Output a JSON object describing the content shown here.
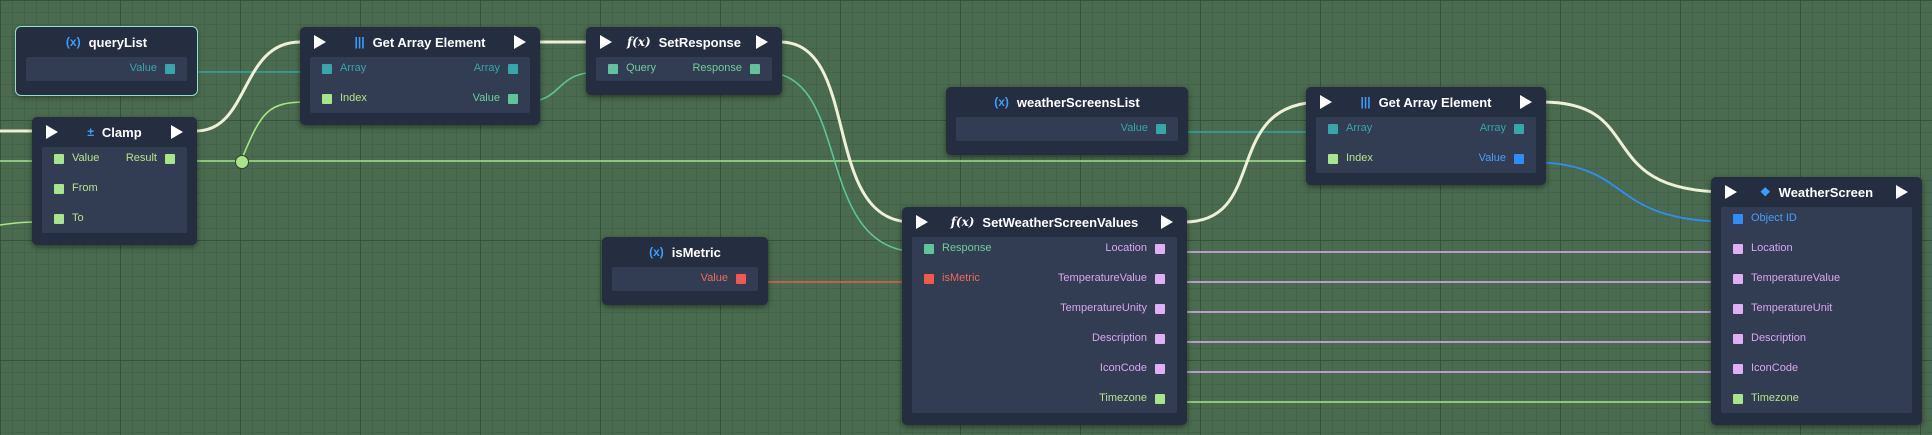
{
  "colors": {
    "background": "#4a6b4f",
    "node_bg": "#252d40",
    "node_body": "#323c52",
    "flow_wire": "#eef0d8",
    "teal": "#35a7a9",
    "green": "#a8e58a",
    "blue": "#2f8cff",
    "pink": "#dfaef4",
    "red": "#ef5a4c"
  },
  "nodes": {
    "querylist": {
      "icon": "variable-icon",
      "glyph": "(x)",
      "title": "queryList",
      "out_value": "Value"
    },
    "clamp": {
      "icon": "clamp-icon",
      "glyph": "±",
      "title": "Clamp",
      "in_value": "Value",
      "in_from": "From",
      "in_to": "To",
      "out_result": "Result"
    },
    "get_array_1": {
      "icon": "array-icon",
      "glyph": "|||",
      "title": "Get Array Element",
      "in_array": "Array",
      "in_index": "Index",
      "out_array": "Array",
      "out_value": "Value"
    },
    "setresponse": {
      "icon": "function-icon",
      "glyph": "f(x)",
      "title": "SetResponse",
      "in_query": "Query",
      "out_response": "Response"
    },
    "weatherscreenslist": {
      "icon": "variable-icon",
      "glyph": "(x)",
      "title": "weatherScreensList",
      "out_value": "Value"
    },
    "ismetric": {
      "icon": "variable-icon",
      "glyph": "(x)",
      "title": "isMetric",
      "out_value": "Value"
    },
    "setweather": {
      "icon": "function-icon",
      "glyph": "f(x)",
      "title": "SetWeatherScreenValues",
      "in_response": "Response",
      "in_ismetric": "isMetric",
      "out_location": "Location",
      "out_tempvalue": "TemperatureValue",
      "out_tempunity": "TemperatureUnity",
      "out_description": "Description",
      "out_iconcode": "IconCode",
      "out_timezone": "Timezone"
    },
    "get_array_2": {
      "icon": "array-icon",
      "glyph": "|||",
      "title": "Get Array Element",
      "in_array": "Array",
      "in_index": "Index",
      "out_array": "Array",
      "out_value": "Value"
    },
    "weatherscreen": {
      "icon": "object-icon",
      "glyph": "❖",
      "title": "WeatherScreen",
      "in_objectid": "Object ID",
      "in_location": "Location",
      "in_tempvalue": "TemperatureValue",
      "in_tempunit": "TemperatureUnit",
      "in_description": "Description",
      "in_iconcode": "IconCode",
      "in_timezone": "Timezone"
    }
  }
}
